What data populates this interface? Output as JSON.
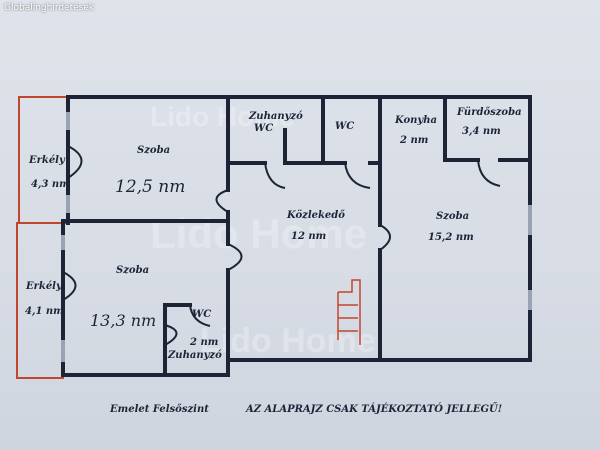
{
  "top_bar": {
    "text": "Globalinghirdetések"
  },
  "watermark": {
    "text": "Lido Home"
  },
  "rooms": {
    "erkely_top": {
      "name": "Erkély",
      "area": "4,3 nm"
    },
    "szoba_top": {
      "name": "Szoba",
      "area": "12,5 nm"
    },
    "zuhanyzo_wc": {
      "name": "Zuhanyzó WC"
    },
    "wc_top": {
      "name": "WC"
    },
    "konyha": {
      "name": "Konyha",
      "area": "2 nm"
    },
    "furdoszoba": {
      "name": "Fürdőszoba",
      "area": "3,4 nm"
    },
    "kozlekedo": {
      "name": "Közlekedő",
      "area": "12 nm"
    },
    "szoba_right": {
      "name": "Szoba",
      "area": "15,2 nm"
    },
    "erkely_bottom": {
      "name": "Erkély",
      "area": "4,1 nm"
    },
    "szoba_bottom": {
      "name": "Szoba",
      "area": "13,3 nm"
    },
    "wc_bottom": {
      "name": "WC",
      "area": "2 nm",
      "sub": "Zuhanyzó"
    }
  },
  "footer": {
    "left": "Emelet Felsőszint",
    "right": "AZ ALAPRAJZ CSAK TÁJÉKOZTATÓ JELLEGŰ!"
  },
  "colors": {
    "wall": "#1c2436",
    "balcony": "#c2452f",
    "window": "#9aa3b5",
    "text": "#1c2436"
  }
}
